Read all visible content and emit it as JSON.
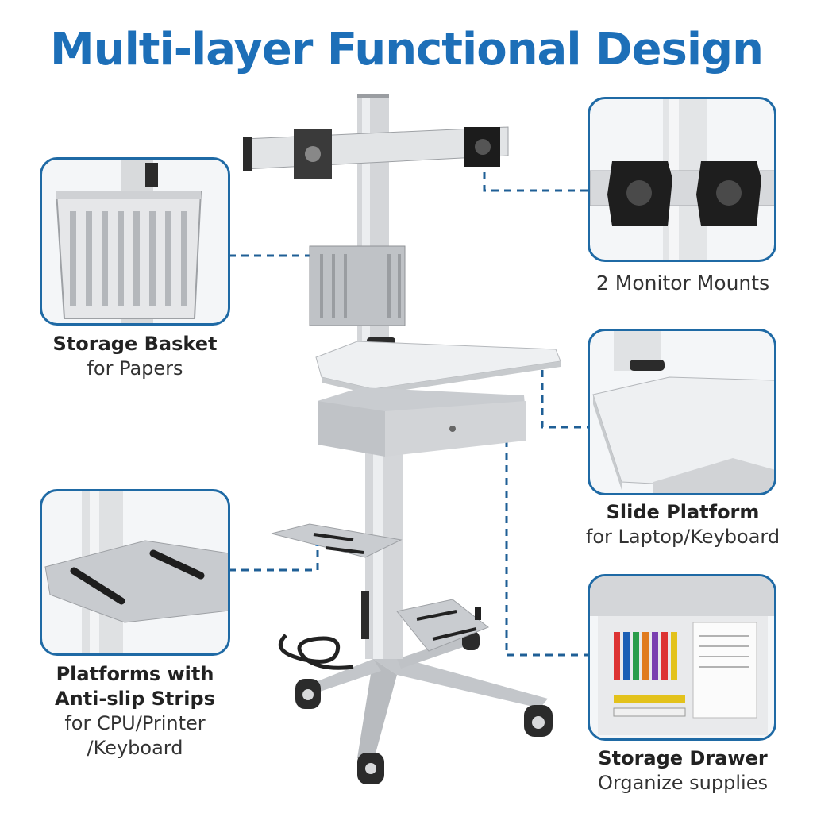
{
  "title": "Multi-layer Functional Design",
  "features": [
    {
      "bold": "Storage Basket",
      "normal": [
        "for Papers"
      ]
    },
    {
      "bold": "2 Monitor Mounts",
      "normal": []
    },
    {
      "bold": "Slide Platform",
      "normal": [
        "for Laptop/Keyboard"
      ]
    },
    {
      "bold_lines": [
        "Platforms with",
        "Anti-slip Strips"
      ],
      "normal": [
        "for CPU/Printer",
        "/Keyboard"
      ]
    },
    {
      "bold": "Storage Drawer",
      "normal": [
        "Organize supplies"
      ]
    }
  ],
  "colors": {
    "accent": "#1d6fb8",
    "panel_border": "#1f6aa5",
    "cart_silver": "#c9ccd0",
    "cart_dark": "#2b2b2b"
  }
}
